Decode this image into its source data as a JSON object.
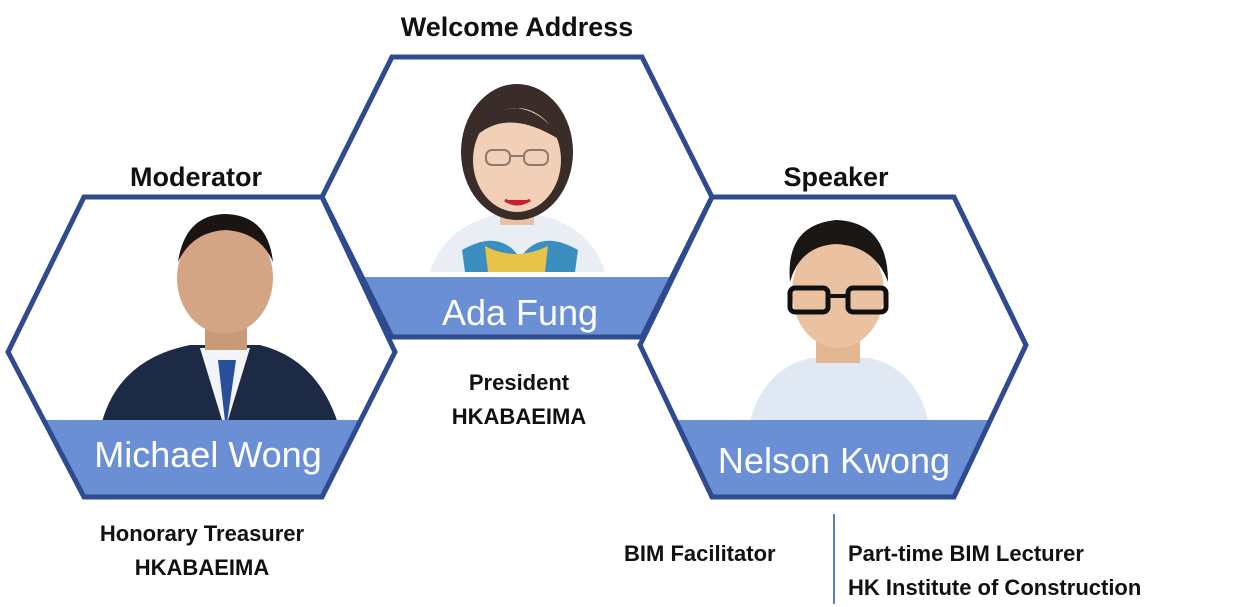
{
  "roles": {
    "welcome": "Welcome Address",
    "moderator": "Moderator",
    "speaker": "Speaker"
  },
  "people": {
    "ada": {
      "name": "Ada Fung",
      "title": "President",
      "org": "HKABAEIMA"
    },
    "michael": {
      "name": "Michael Wong",
      "title": "Honorary Treasurer",
      "org": "HKABAEIMA"
    },
    "nelson": {
      "name": "Nelson Kwong",
      "title_left": "BIM Facilitator",
      "title_right_1": "Part-time BIM Lecturer",
      "title_right_2": "HK Institute of Construction"
    }
  },
  "colors": {
    "hex_border": "#2f4b8f",
    "name_band": "#6b8fd4",
    "divider": "#5b7fc5"
  }
}
